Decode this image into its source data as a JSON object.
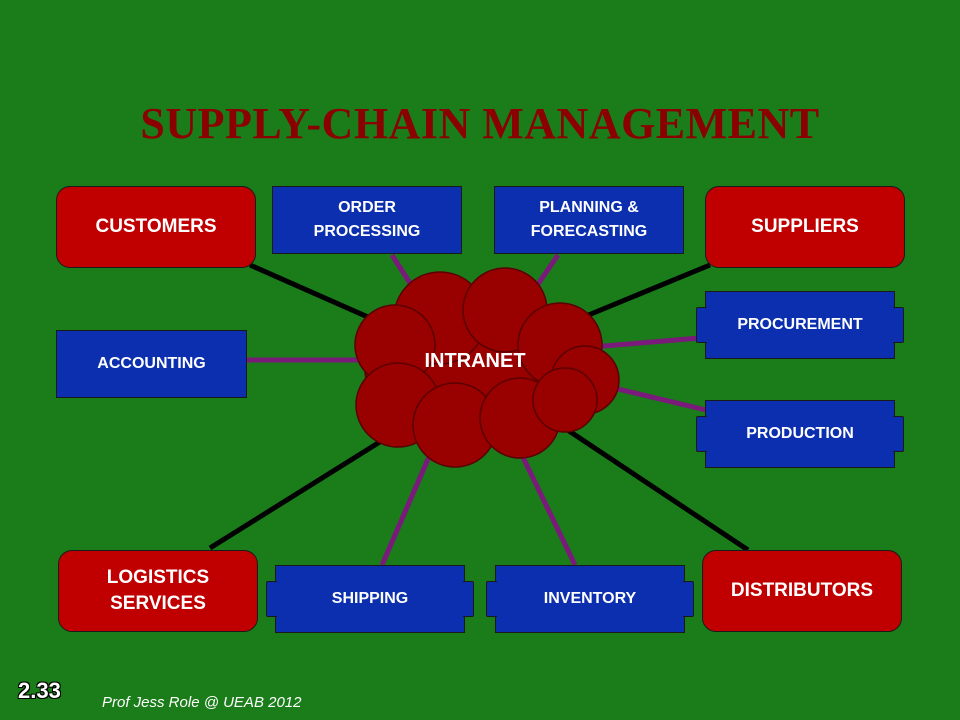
{
  "title": "SUPPLY-CHAIN MANAGEMENT",
  "hub": "INTRANET",
  "nodes": {
    "customers": "CUSTOMERS",
    "order_processing": "ORDER PROCESSING",
    "planning_forecasting": "PLANNING & FORECASTING",
    "suppliers": "SUPPLIERS",
    "accounting": "ACCOUNTING",
    "procurement": "PROCUREMENT",
    "production": "PRODUCTION",
    "logistics_services": "LOGISTICS SERVICES",
    "shipping": "SHIPPING",
    "inventory": "INVENTORY",
    "distributors": "DISTRIBUTORS"
  },
  "footer": {
    "slide_number": "2.33",
    "credit": "Prof Jess Role @ UEAB 2012"
  },
  "colors": {
    "background": "#1a7d1a",
    "external_party": "#c00000",
    "internal_function": "#0b2fae",
    "cloud": "#990000",
    "external_link": "#000000",
    "internal_link": "#7a1a7a"
  }
}
